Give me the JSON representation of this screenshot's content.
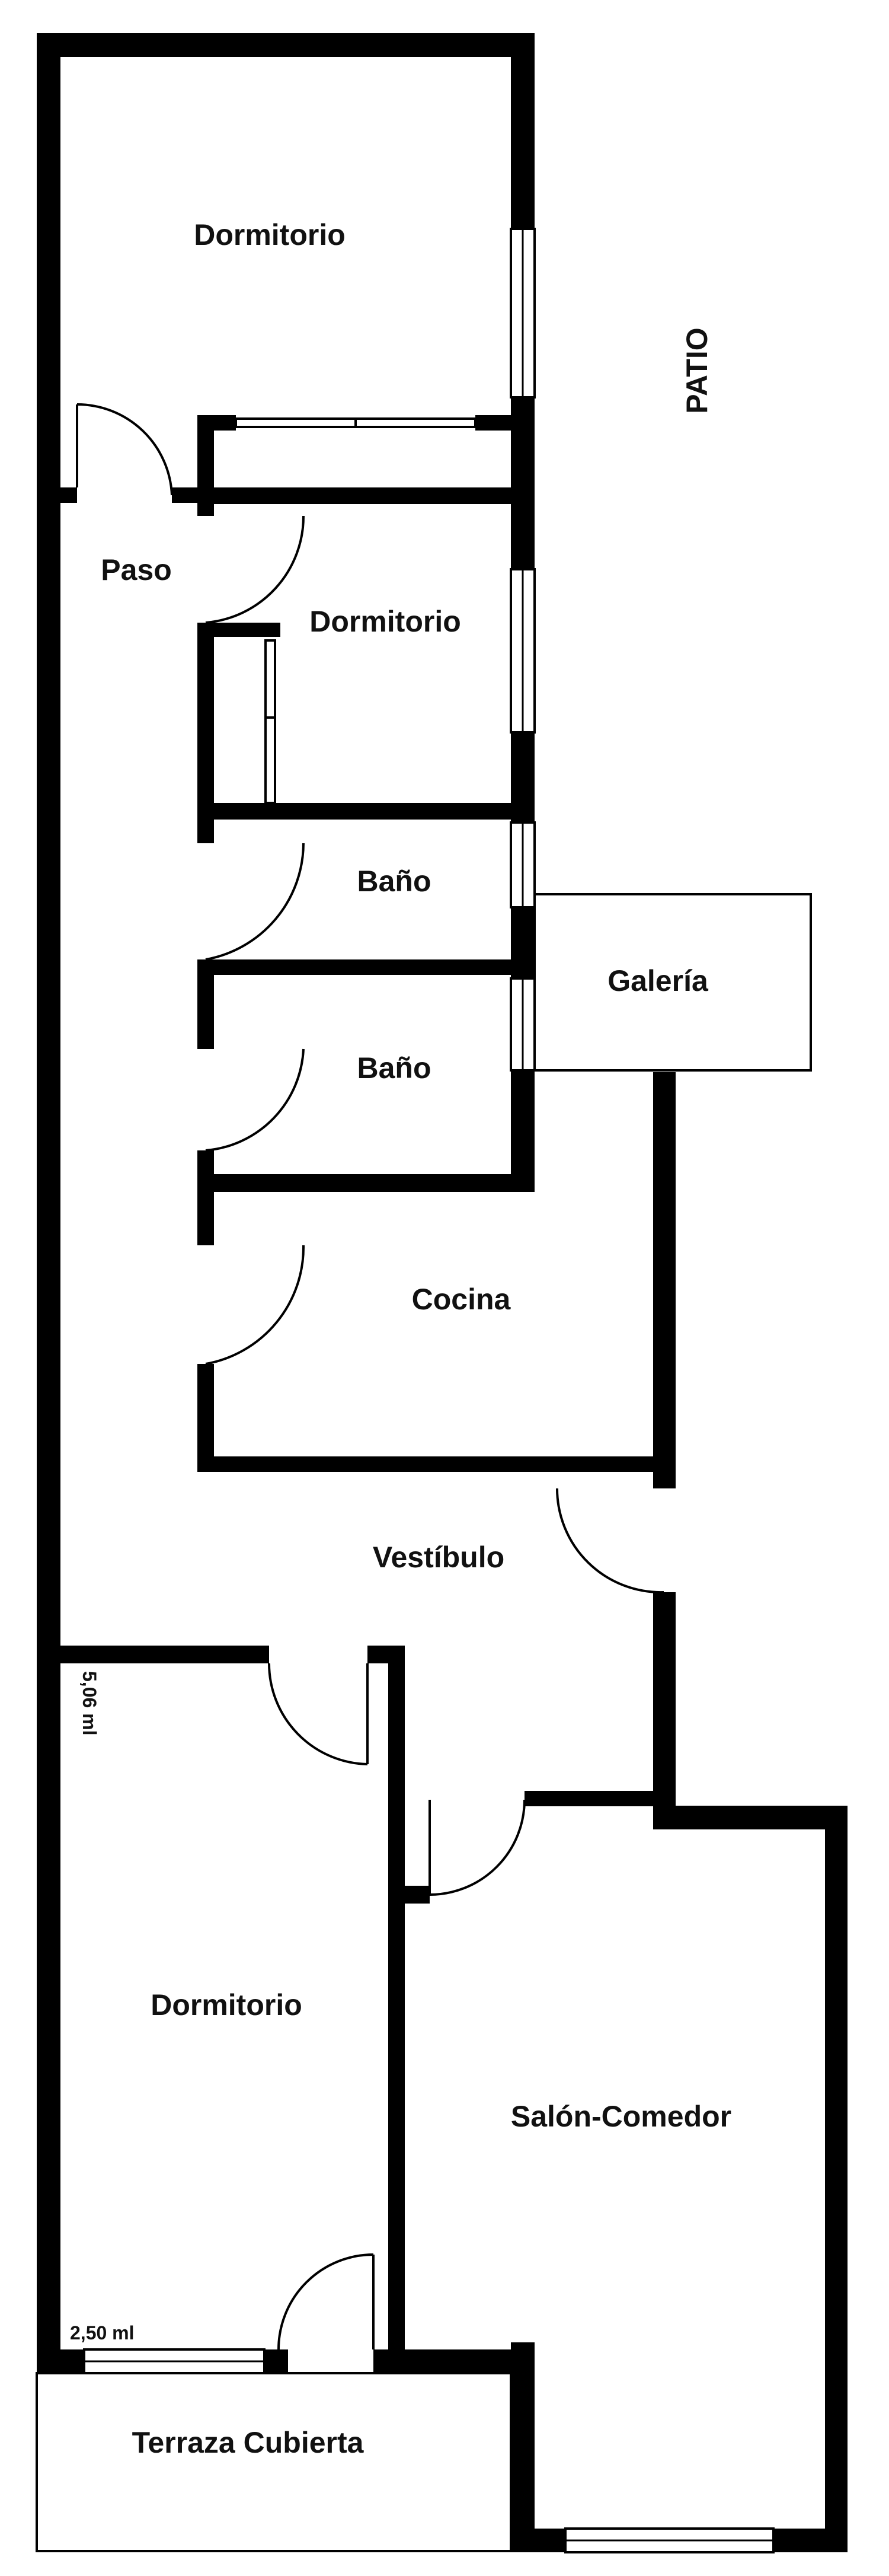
{
  "plan": {
    "rooms": {
      "dormitorio_top": "Dormitorio",
      "paso": "Paso",
      "dormitorio_mid": "Dormitorio",
      "bano_1": "Baño",
      "bano_2": "Baño",
      "galeria": "Galería",
      "cocina": "Cocina",
      "vestibulo": "Vestíbulo",
      "dormitorio_bottom": "Dormitorio",
      "salon_comedor": "Salón-Comedor",
      "terraza": "Terraza Cubierta"
    },
    "outside": {
      "patio": "PATIO"
    },
    "dimensions": {
      "height": "5,06 ml",
      "width": "2,50 ml"
    },
    "colors": {
      "walls": "#000000",
      "background": "#ffffff"
    }
  }
}
